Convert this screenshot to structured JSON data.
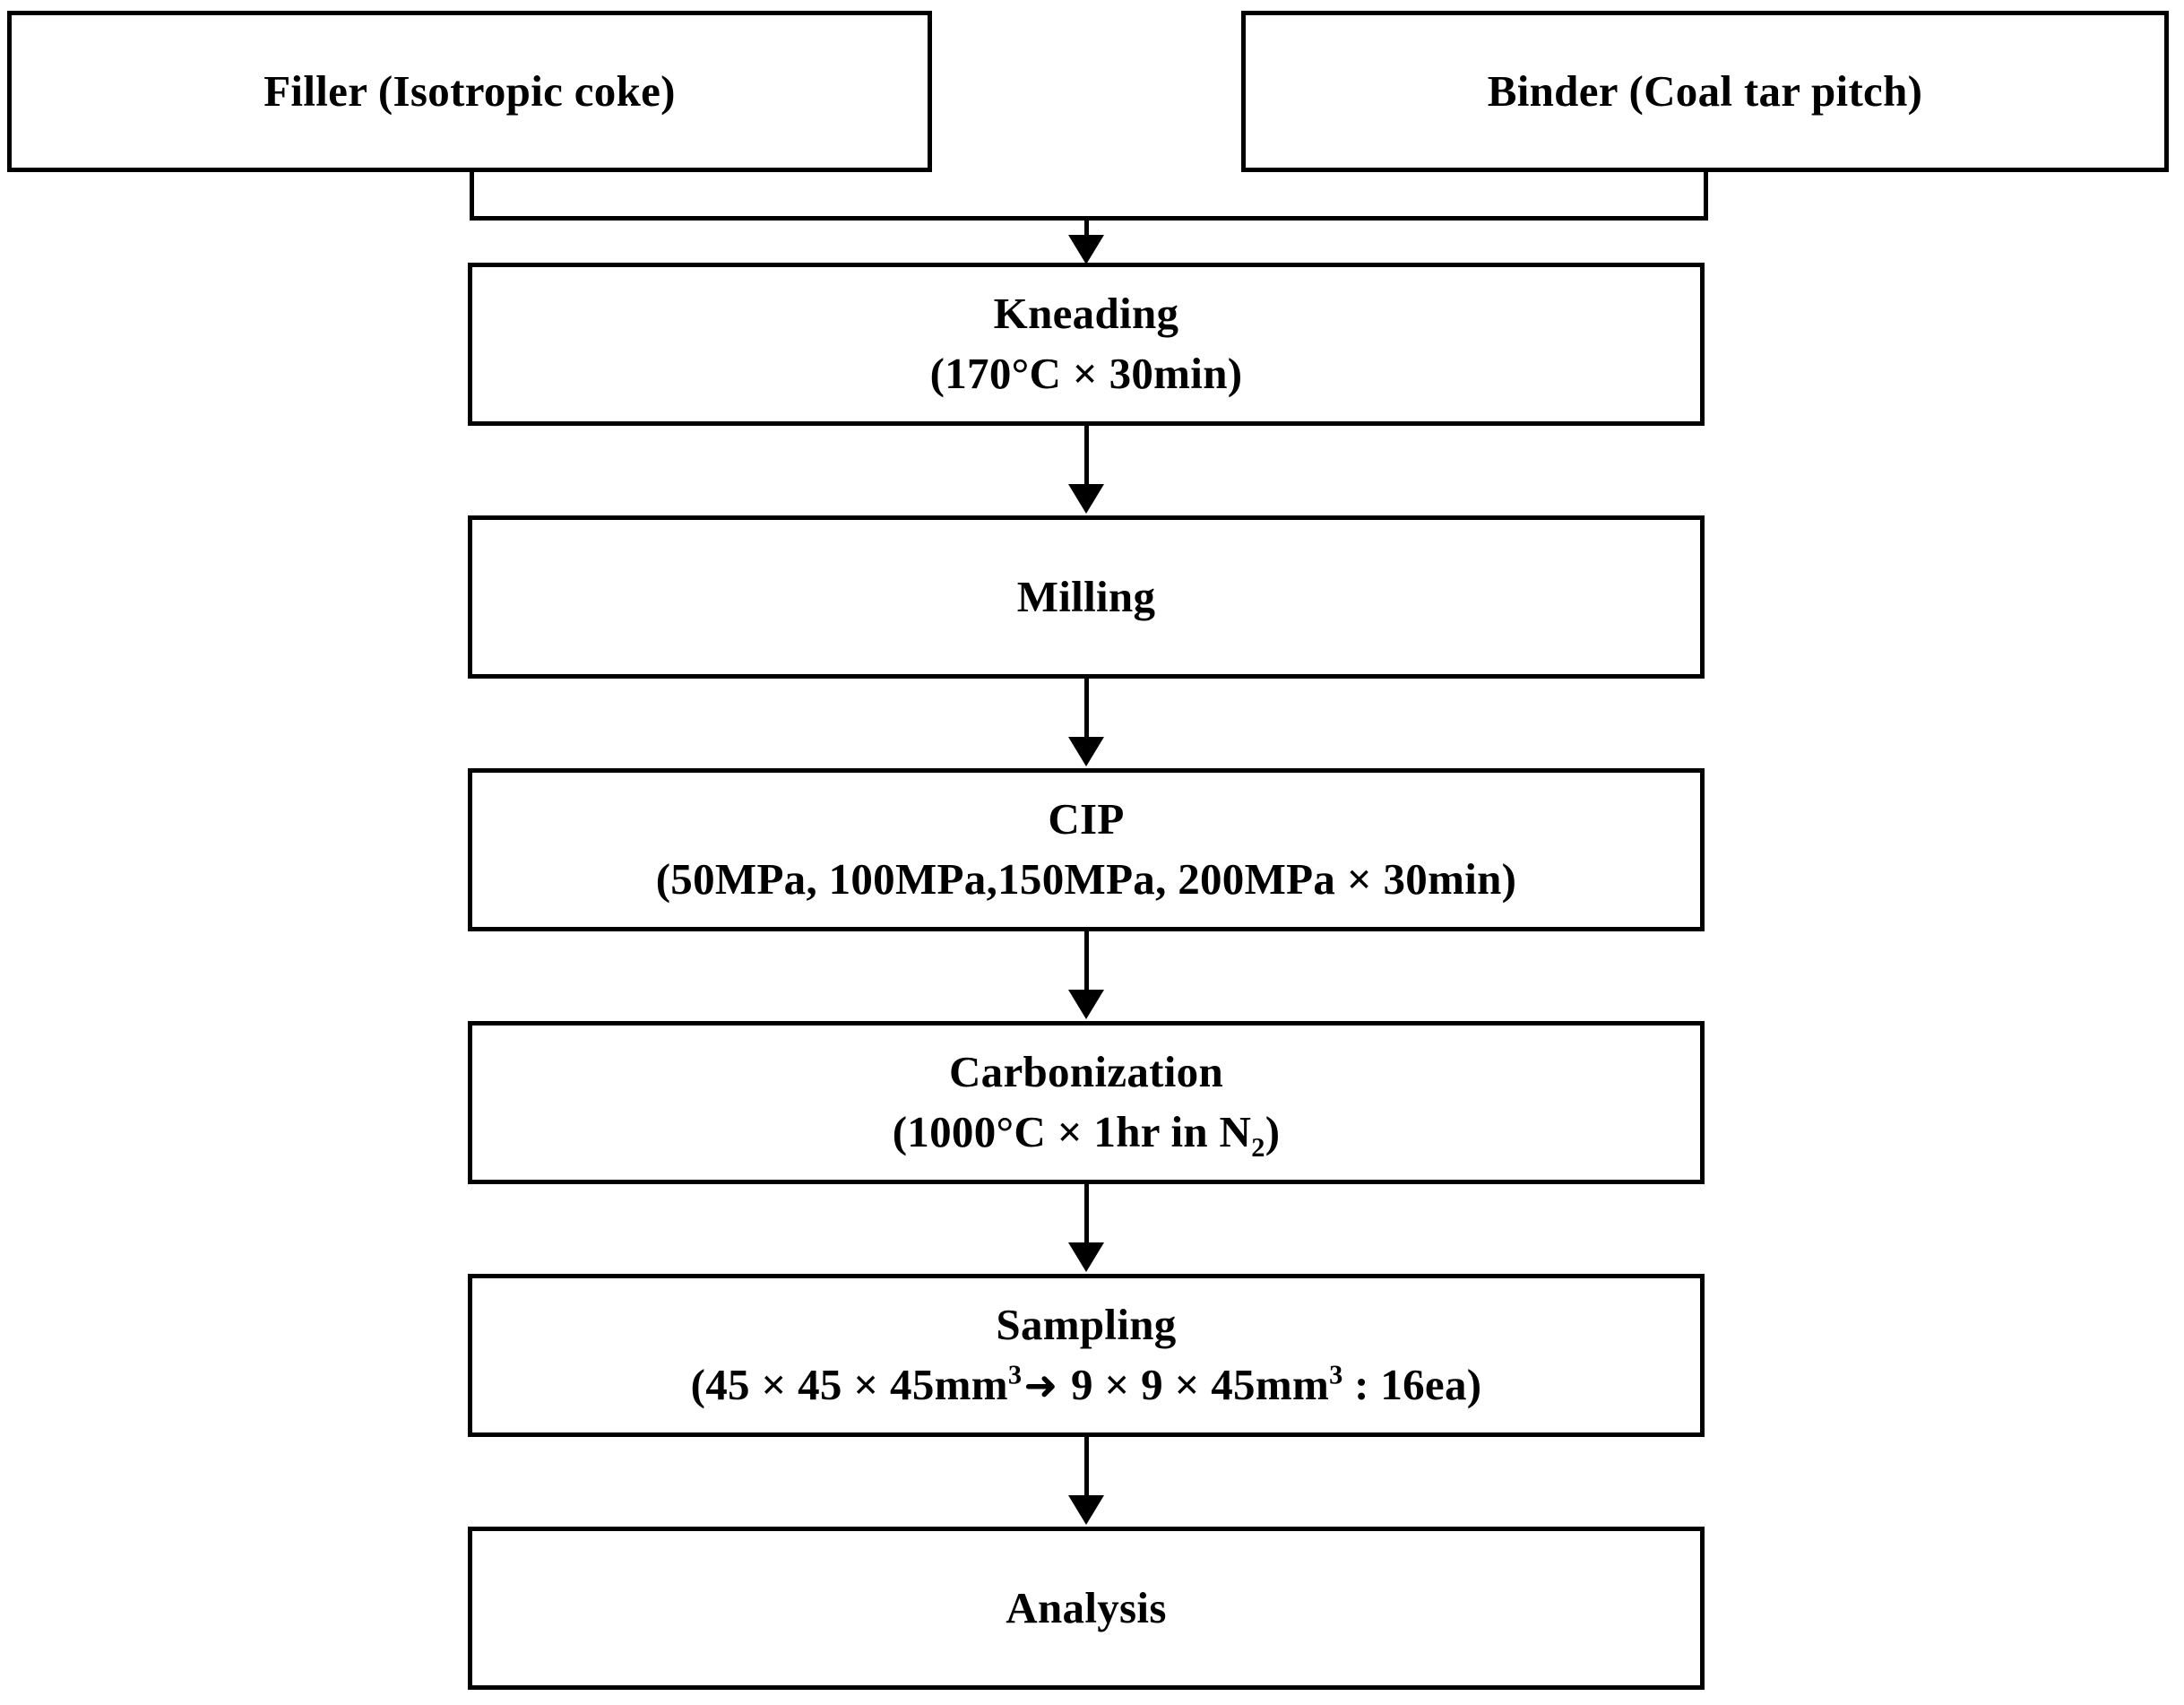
{
  "diagram": {
    "type": "process-flowchart",
    "orientation": "top-to-bottom",
    "background_color": "#ffffff",
    "stroke_color": "#000000",
    "inputs": [
      {
        "id": "filler",
        "label": "Filler (Isotropic coke)"
      },
      {
        "id": "binder",
        "label": "Binder (Coal tar pitch)"
      }
    ],
    "steps": [
      {
        "id": "kneading",
        "title": "Kneading",
        "detail_prefix": "(170",
        "detail_degree": "°C ",
        "detail_times": "×",
        "detail_suffix": " 30min)",
        "detail_plain": "(170°C × 30min)"
      },
      {
        "id": "milling",
        "title": "Milling",
        "detail_plain": ""
      },
      {
        "id": "cip",
        "title": "CIP",
        "detail_plain": "(50MPa, 100MPa,150MPa, 200MPa × 30min)"
      },
      {
        "id": "carbonization",
        "title": "Carbonization",
        "detail_a": "(1000°C × 1hr in N",
        "detail_sub": "2",
        "detail_b": ")",
        "detail_plain": "(1000°C × 1hr in N2)"
      },
      {
        "id": "sampling",
        "title": "Sampling",
        "detail_a": "(45 × 45 × 45mm",
        "detail_sup1": "3",
        "detail_arrow": "➜",
        "detail_b": " 9 × 9 × 45mm",
        "detail_sup2": "3",
        "detail_c": " : 16ea)",
        "detail_plain": "(45 × 45 × 45mm3 ➜ 9 × 9 × 45mm3 : 16ea)"
      },
      {
        "id": "analysis",
        "title": "Analysis",
        "detail_plain": ""
      }
    ],
    "connectors": [
      {
        "id": "merge-bracket",
        "from": "filler+binder",
        "to": "kneading",
        "kind": "bracket-with-arrow"
      },
      {
        "id": "kneading-to-milling",
        "from": "kneading",
        "to": "milling",
        "kind": "arrow"
      },
      {
        "id": "milling-to-cip",
        "from": "milling",
        "to": "cip",
        "kind": "arrow"
      },
      {
        "id": "cip-to-carbonization",
        "from": "cip",
        "to": "carbonization",
        "kind": "arrow"
      },
      {
        "id": "carbonization-to-sampling",
        "from": "carbonization",
        "to": "sampling",
        "kind": "arrow"
      },
      {
        "id": "sampling-to-analysis",
        "from": "sampling",
        "to": "analysis",
        "kind": "arrow"
      }
    ]
  }
}
